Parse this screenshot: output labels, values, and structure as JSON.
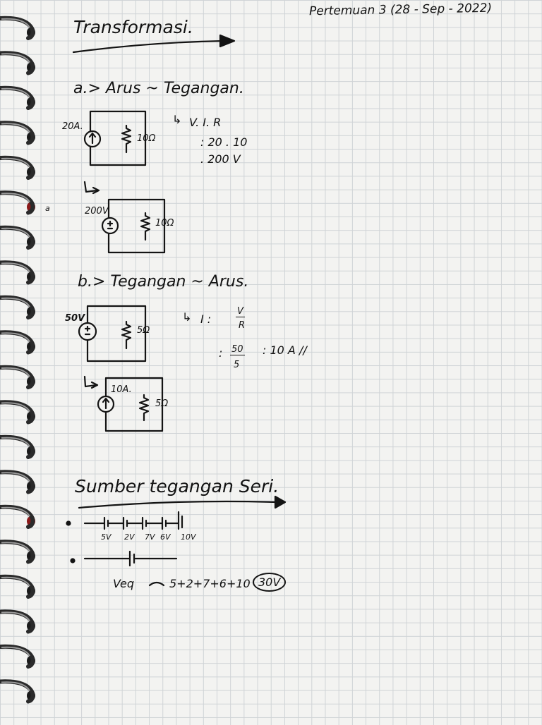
{
  "header": {
    "meeting": "Pertemuan 3",
    "date": "(28 - Sep - 2022)"
  },
  "title": "Transformasi.",
  "section_a": {
    "label": "a.> Arus ~ Tegangan.",
    "circuit1": {
      "source_value": "20A.",
      "resistor": "10Ω"
    },
    "calc": [
      "V. I. R",
      ": 20 . 10",
      ". 200 V"
    ],
    "circuit2": {
      "source_value": "200V",
      "resistor": "10Ω"
    }
  },
  "section_b": {
    "label": "b.> Tegangan ~ Arus.",
    "circuit1": {
      "source_value": "50V",
      "resistor": "5Ω"
    },
    "calc": {
      "formula_lhs": "I :",
      "formula_num": "V",
      "formula_den": "R",
      "frac_num": "50",
      "frac_den": "5",
      "result": ": 10 A //"
    },
    "circuit2": {
      "source_value": "10A.",
      "resistor": "5Ω"
    }
  },
  "section_c": {
    "label": "Sumber tegangan Seri.",
    "cells": [
      "5V",
      "2V",
      "7V",
      "6V",
      "10V"
    ],
    "equivalent_lhs": "Veq",
    "equivalent_expr": "5+2+7+6+10",
    "equivalent_result": "30V"
  },
  "margin_mark": "a",
  "colors": {
    "ink": "#141414",
    "grid": "#cfd3d6",
    "paper": "#f3f3f1",
    "ring": "#2a2a2a",
    "ring_red": "#8b1a1a"
  }
}
